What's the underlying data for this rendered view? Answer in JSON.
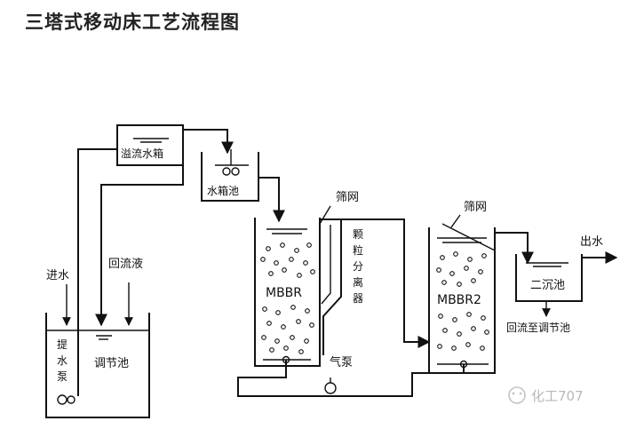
{
  "title": "三塔式移动床工艺流程图",
  "diagram": {
    "labels": {
      "overflow_tank": "溢流水箱",
      "water_tank": "水箱池",
      "screen1": "筛网",
      "screen2": "筛网",
      "separator": "颗粒分离器",
      "inlet": "进水",
      "reflux": "回流液",
      "lift_pump": "提水泵",
      "regulating_tank": "调节池",
      "mbbr1": "MBBR",
      "mbbr2": "MBBR2",
      "air_pump": "气泵",
      "outlet": "出水",
      "secondary_clarifier": "二沉池",
      "return_to_regulating": "回流至调节池"
    },
    "watermark": "化工707"
  }
}
